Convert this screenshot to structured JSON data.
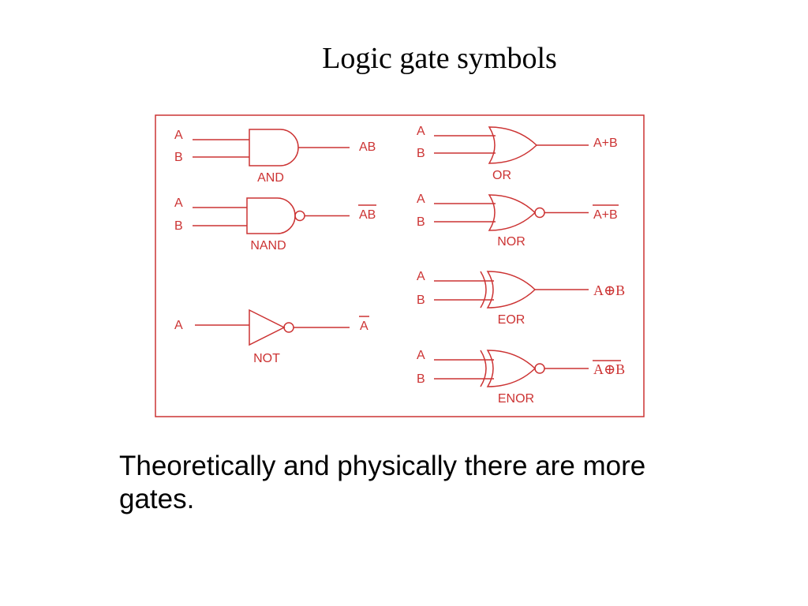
{
  "slide": {
    "title": "Logic gate symbols",
    "body": "Theoretically and physically there are more gates."
  },
  "diagram": {
    "line_color": "#cc3333",
    "gates": [
      {
        "type": "and",
        "name": "AND",
        "inputs": [
          "A",
          "B"
        ],
        "output": "AB",
        "output_overline": false,
        "output_kind": "sans"
      },
      {
        "type": "or",
        "name": "OR",
        "inputs": [
          "A",
          "B"
        ],
        "output": "A+B",
        "output_overline": false,
        "output_kind": "sans"
      },
      {
        "type": "nand",
        "name": "NAND",
        "inputs": [
          "A",
          "B"
        ],
        "output": "AB",
        "output_overline": true,
        "output_kind": "sans"
      },
      {
        "type": "nor",
        "name": "NOR",
        "inputs": [
          "A",
          "B"
        ],
        "output": "A+B",
        "output_overline": true,
        "output_kind": "sans"
      },
      {
        "type": "xor",
        "name": "EOR",
        "inputs": [
          "A",
          "B"
        ],
        "output": "A⊕B",
        "output_overline": false,
        "output_kind": "serif"
      },
      {
        "type": "not",
        "name": "NOT",
        "inputs": [
          "A"
        ],
        "output": "A",
        "output_overline": true,
        "output_kind": "sans"
      },
      {
        "type": "xnor",
        "name": "ENOR",
        "inputs": [
          "A",
          "B"
        ],
        "output": "A⊕B",
        "output_overline": true,
        "output_kind": "serif"
      }
    ]
  }
}
